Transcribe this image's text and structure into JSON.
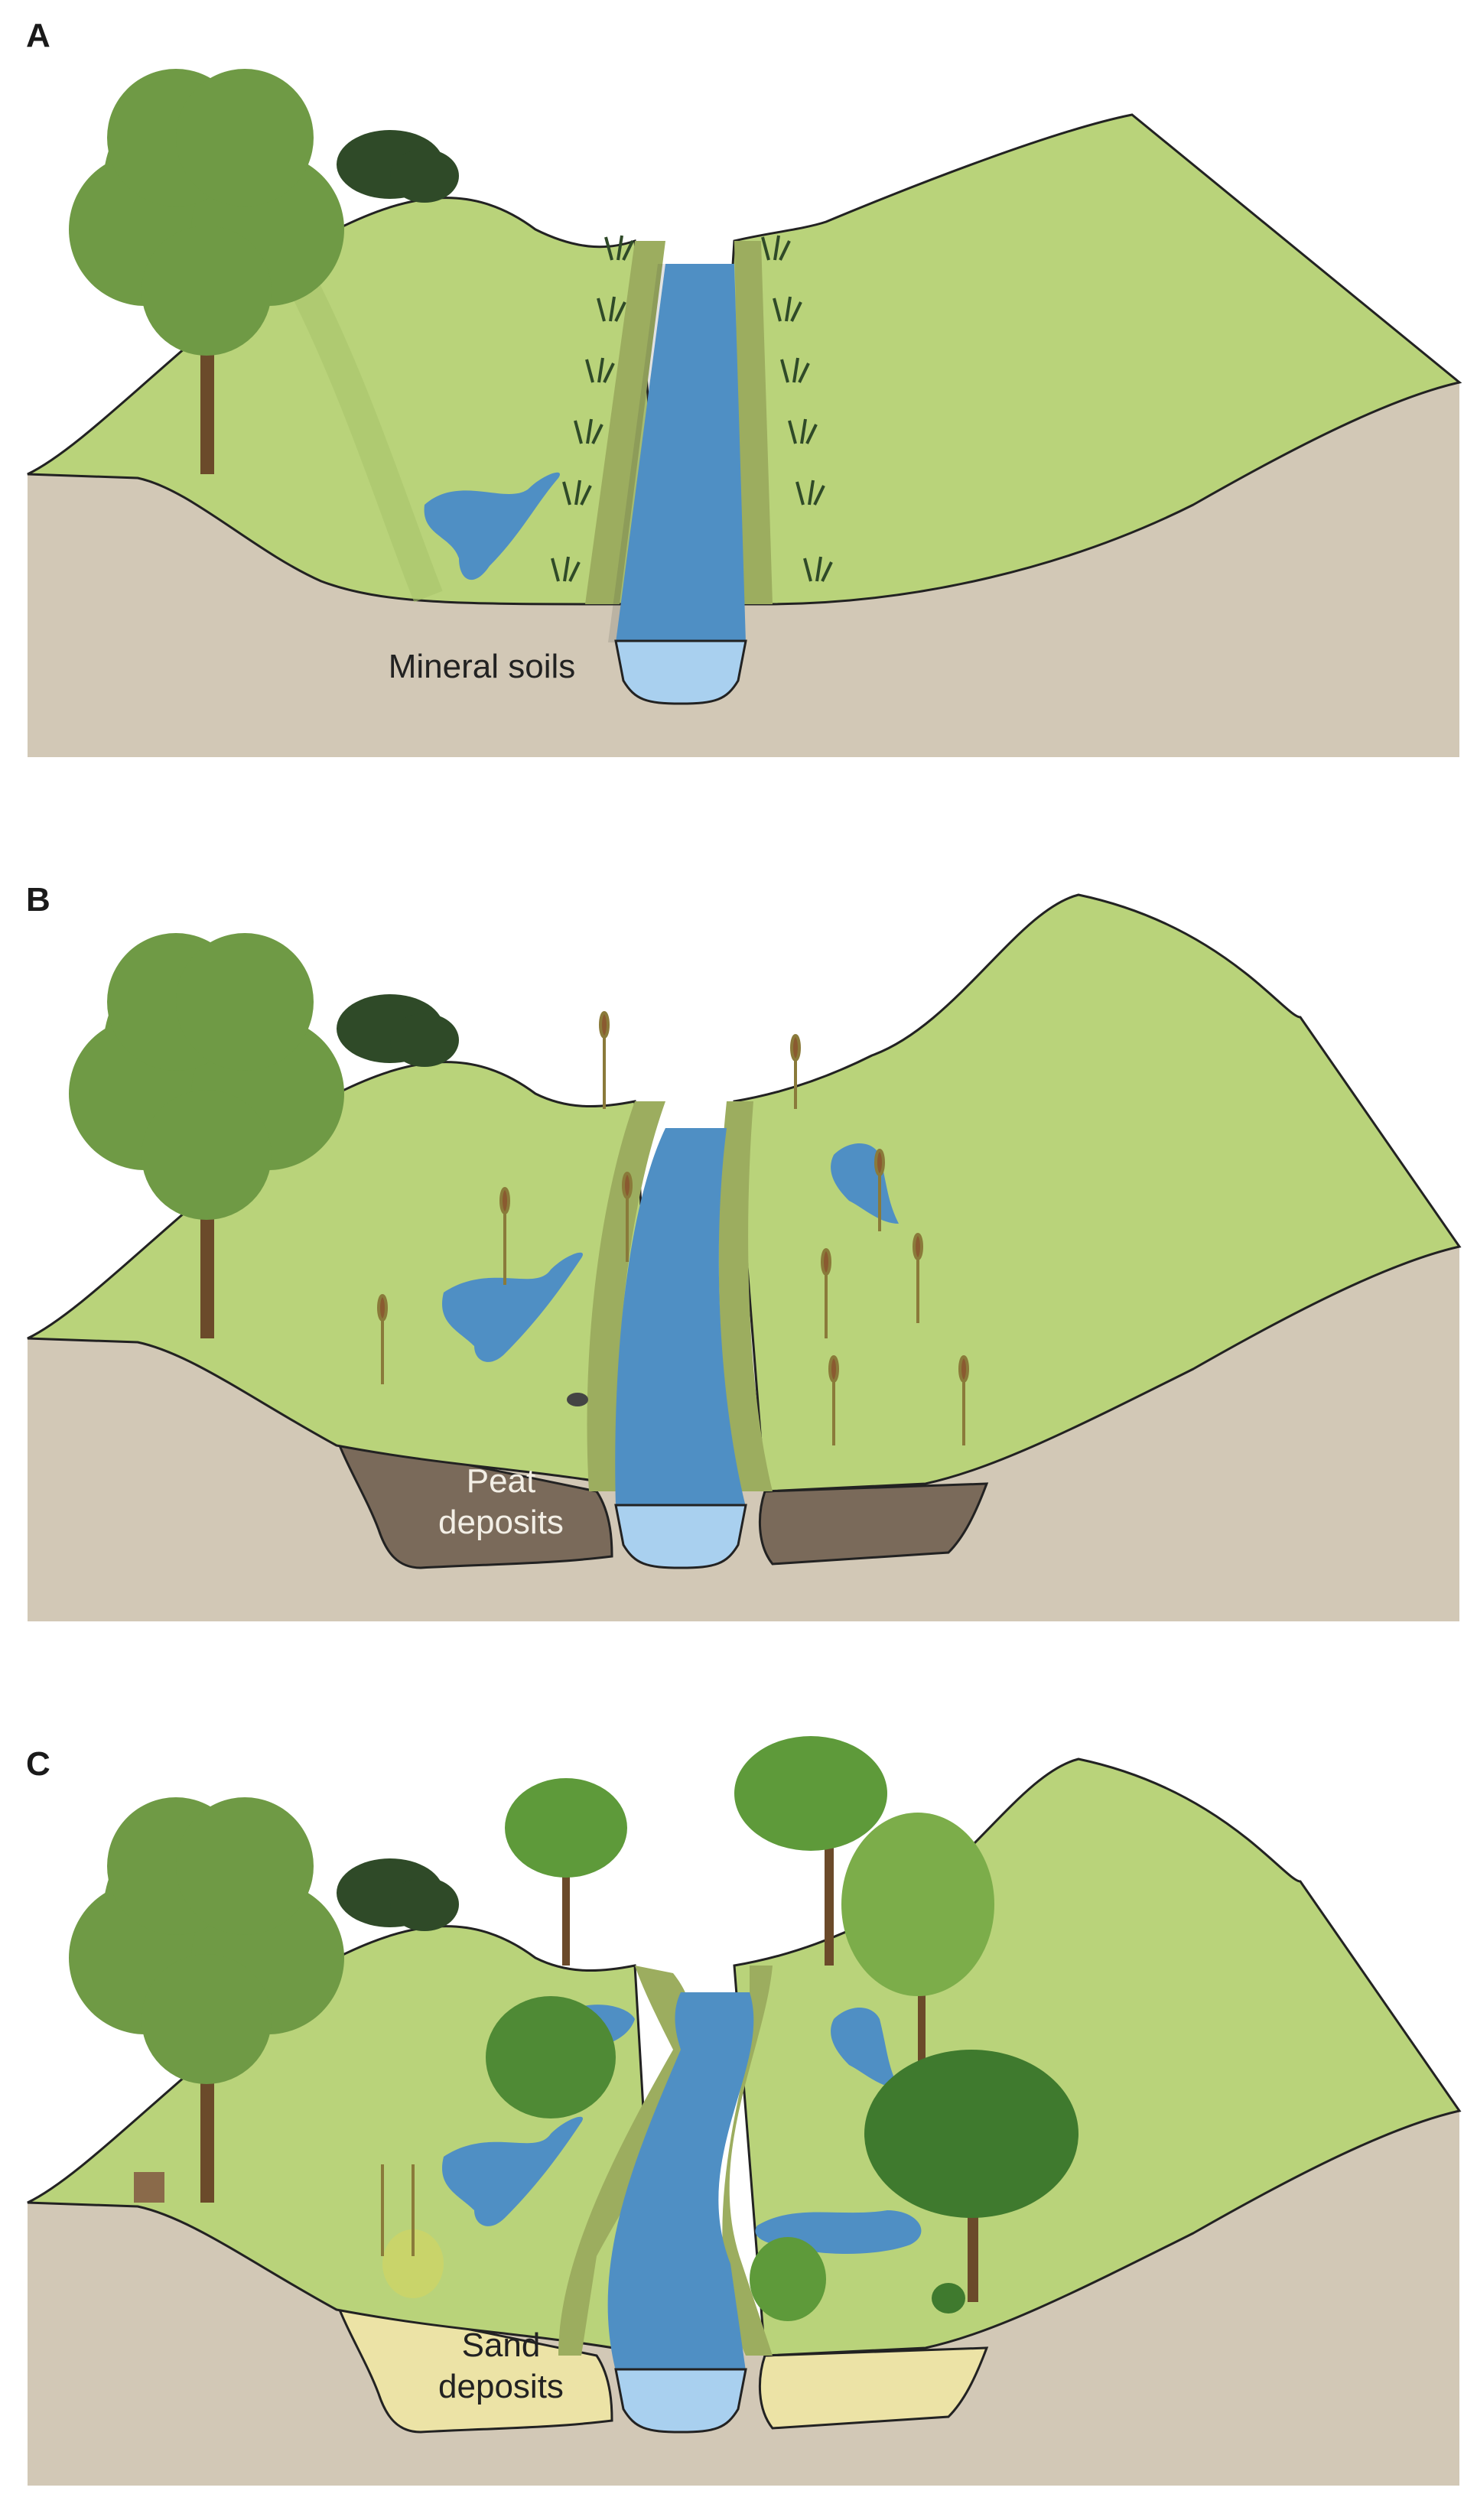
{
  "panels": [
    {
      "letter": "A",
      "deposit_label": "Mineral soils"
    },
    {
      "letter": "B",
      "deposit_label_line1": "Peat",
      "deposit_label_line2": "deposits"
    },
    {
      "letter": "C",
      "deposit_label_line1": "Sand",
      "deposit_label_line2": "deposits"
    }
  ],
  "colors": {
    "grass": "#b9d37a",
    "grass_shadow": "#a8c46a",
    "bank": "#9cad5f",
    "soil": "#d2c8b6",
    "peat": "#7a6a5a",
    "sand": "#ece3a6",
    "water": "#4f8fc4",
    "water_light": "#a9d0ef",
    "tree": "#6f9a45",
    "tree_dark": "#3f6e2e",
    "shrub_dark": "#2f4a28"
  }
}
